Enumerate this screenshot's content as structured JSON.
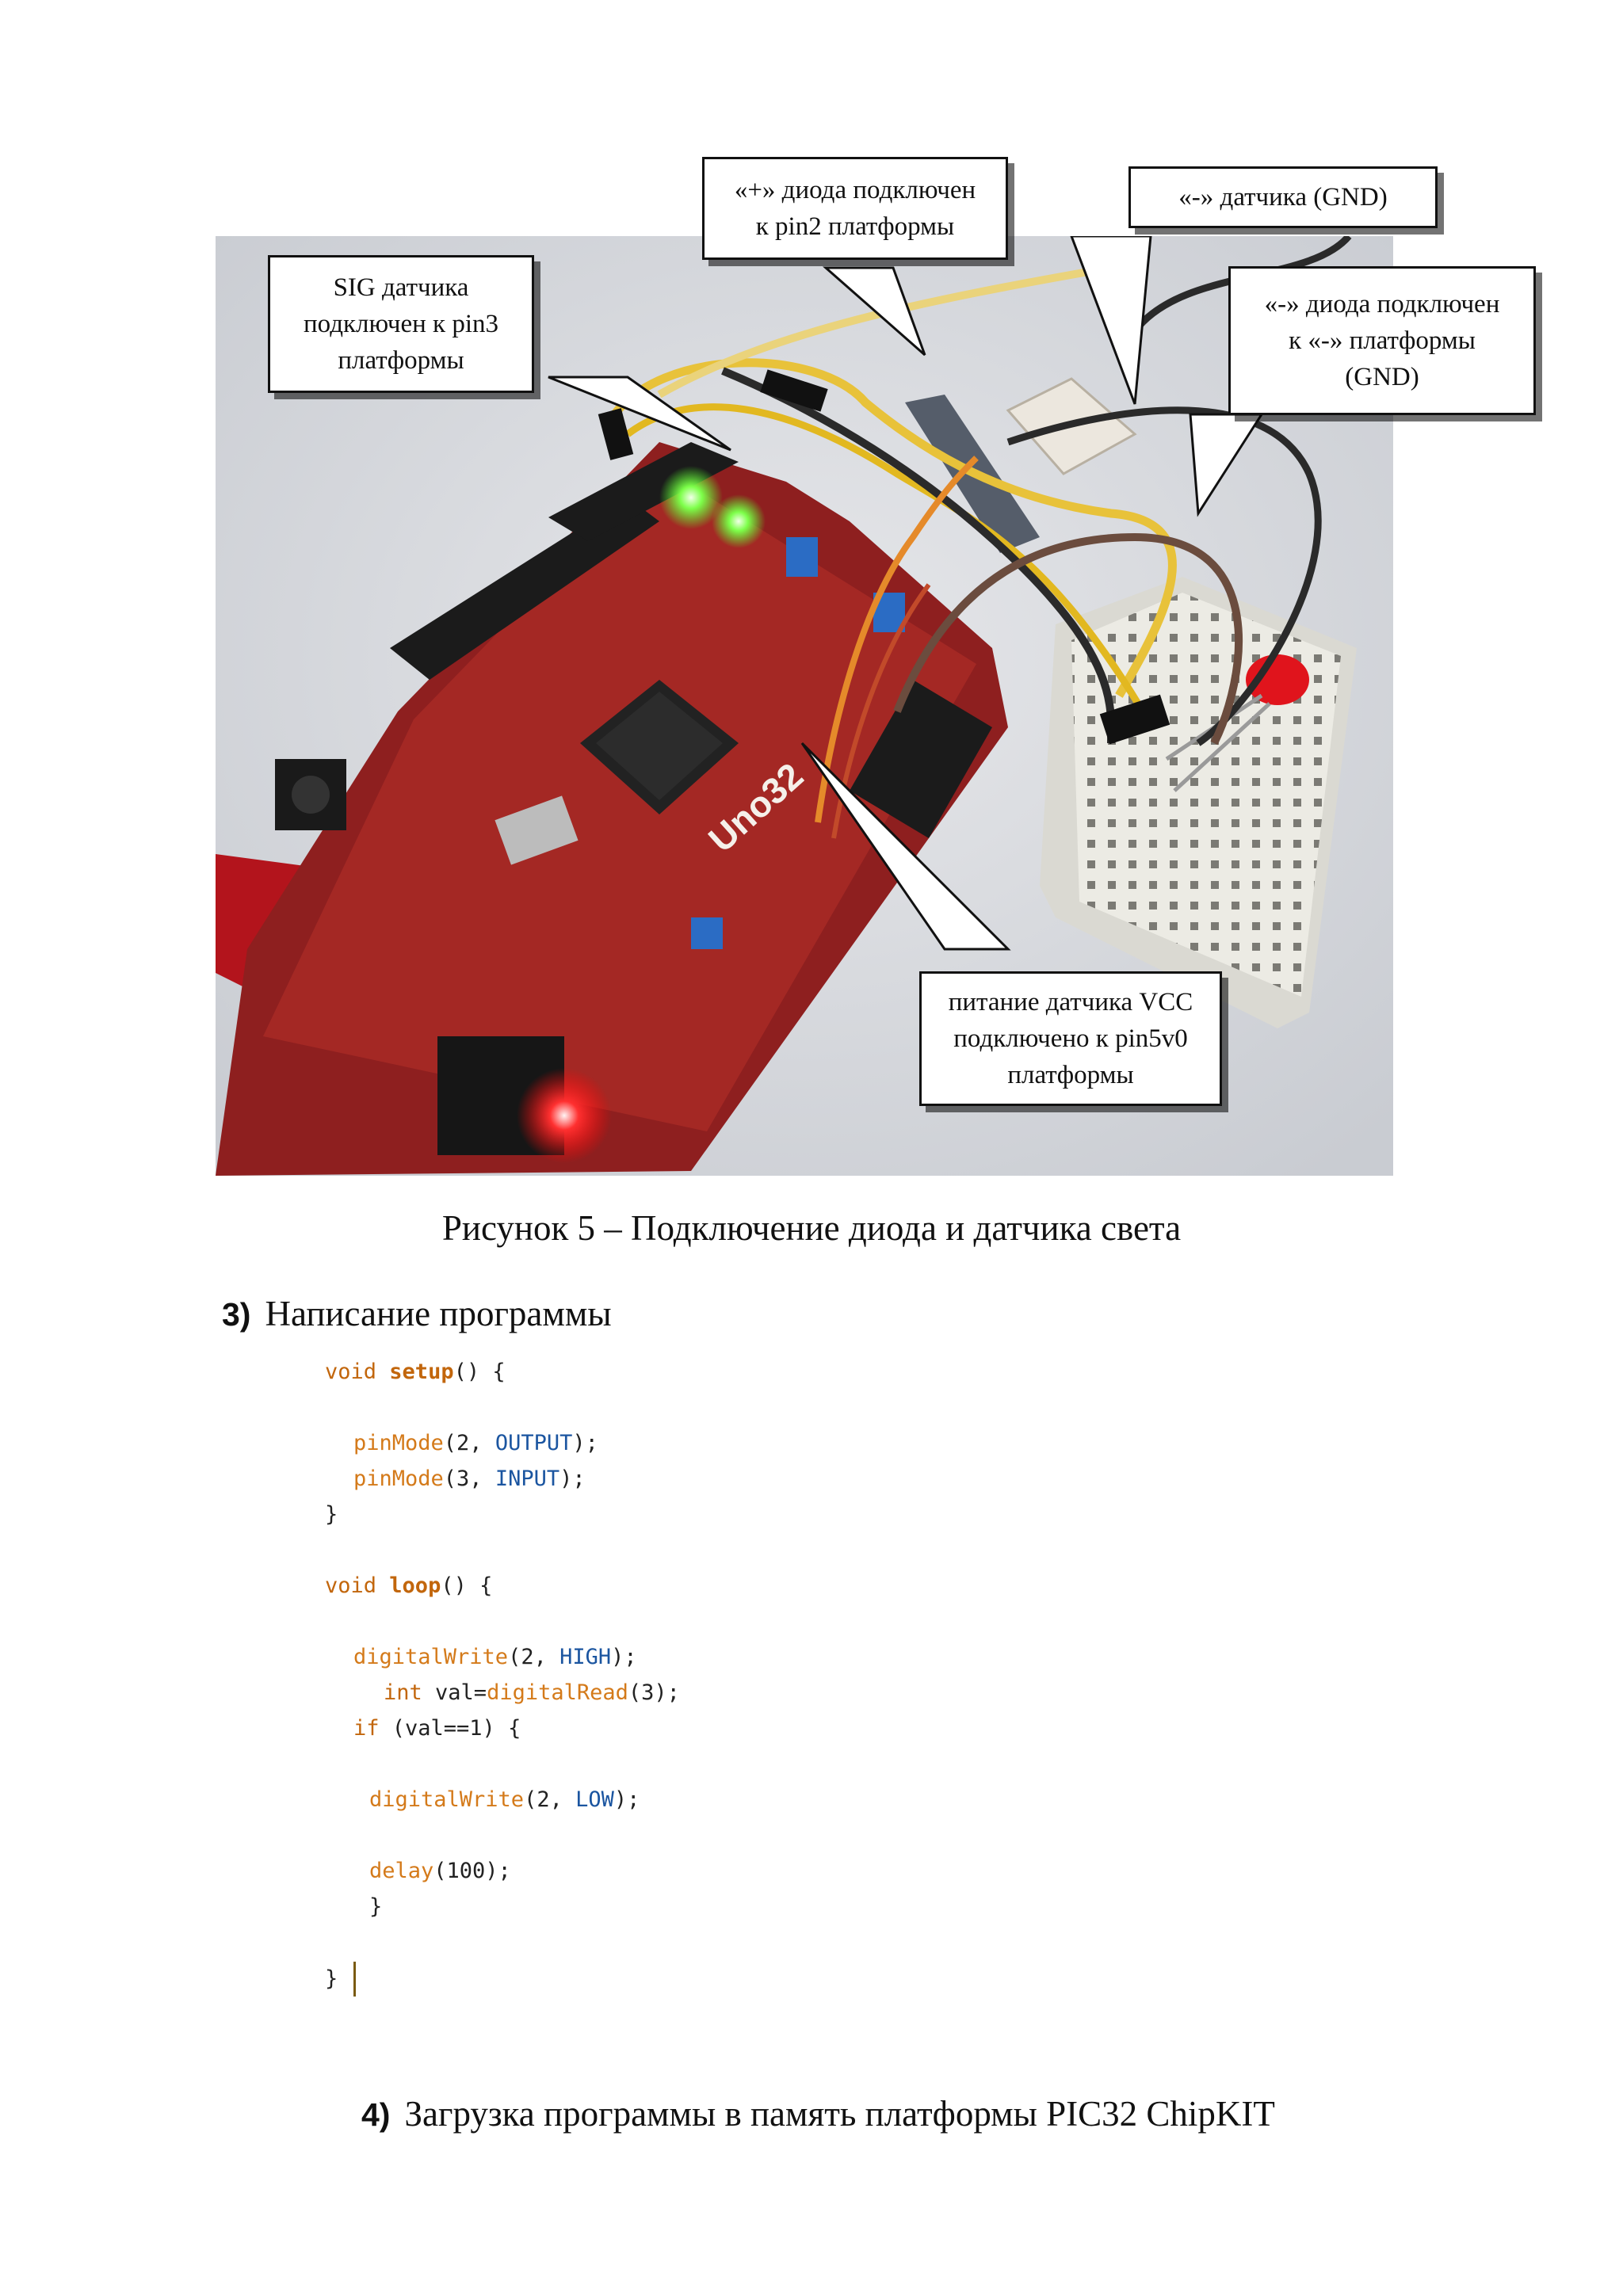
{
  "figure": {
    "callouts": {
      "sig": [
        "SIG датчика",
        "подключен к pin3",
        "платформы"
      ],
      "plus": [
        "«+» диода подключен",
        "к pin2 платформы"
      ],
      "gnd_sensor": [
        "«-» датчика (GND)"
      ],
      "minus_diode": [
        "«-» диода подключен",
        "к «-» платформы",
        "(GND)"
      ],
      "vcc": [
        "питание датчика VCC",
        "подключено к pin5v0",
        "платформы"
      ]
    },
    "board_label": "Uno32",
    "caption": "Рисунок 5 – Подключение диода и датчика света"
  },
  "sections": {
    "s3": {
      "num": "3)",
      "title": "Написание программы"
    },
    "s4": {
      "num": "4)",
      "title": "Загрузка программы в память платформы  PIC32 ChipKIT"
    }
  },
  "code": {
    "l1": [
      "void",
      " ",
      "setup",
      "() {"
    ],
    "l2": [
      "pinMode",
      "(2, ",
      "OUTPUT",
      ");"
    ],
    "l3": [
      "pinMode",
      "(3, ",
      "INPUT",
      ");"
    ],
    "l4": [
      "}"
    ],
    "l5": [
      "void",
      " ",
      "loop",
      "() {"
    ],
    "l6": [
      "digitalWrite",
      "(2, ",
      "HIGH",
      ");"
    ],
    "l7": [
      "int",
      " val=",
      "digitalRead",
      "(3);"
    ],
    "l8": [
      "if",
      " (val==1) {"
    ],
    "l9": [
      "digitalWrite",
      "(2, ",
      "LOW",
      ");"
    ],
    "l10": [
      "delay",
      "(100);"
    ],
    "l11": [
      "}"
    ],
    "l12": [
      "}"
    ]
  }
}
